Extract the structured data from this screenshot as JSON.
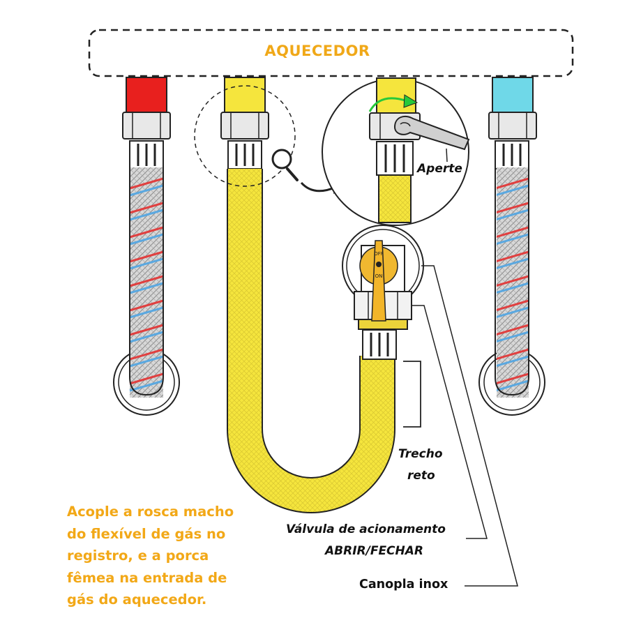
{
  "title": "AQUECEDOR",
  "labels": {
    "tighten": "Aperte",
    "straight_line1": "Trecho",
    "straight_line2": "reto",
    "valve_line1": "Válvula de acionamento",
    "valve_line2": "ABRIR/FECHAR",
    "escutcheon": "Canopla inox"
  },
  "valve_marks": {
    "off": "OFF",
    "on": "ON"
  },
  "caption": "Acople a rosca macho do flexível de gás no registro, e a porca fêmea na entrada de gás do aquecedor.",
  "colors": {
    "hot_pipe": "#e8201e",
    "gas_pipe": "#f5e53d",
    "cold_pipe": "#6fd8e8",
    "accent_text": "#f2a817",
    "hose_red_stripe": "#e04040",
    "hose_blue_stripe": "#5aa8e0",
    "arrow_green": "#27c93a"
  },
  "icons": [
    "magnifier-icon",
    "curved-arrow-icon",
    "wrench-icon",
    "rotation-arrow-icon"
  ]
}
